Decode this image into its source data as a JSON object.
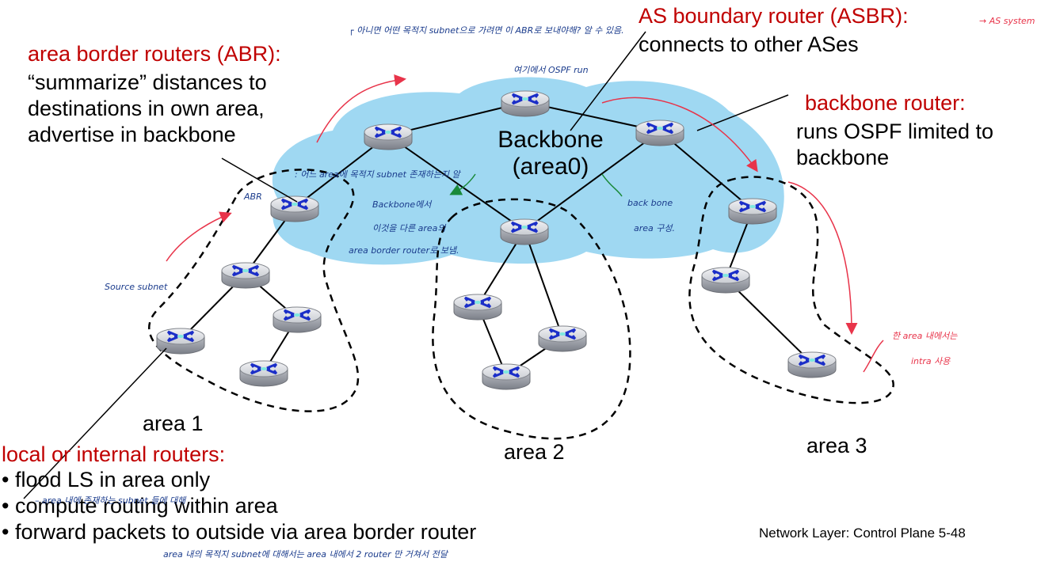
{
  "labels": {
    "abr_title": "area border routers (ABR):",
    "abr_desc": [
      "“summarize” distances  to",
      "destinations in own area,",
      "advertise in backbone"
    ],
    "asbr_title": "AS boundary router (ASBR):",
    "asbr_desc": "connects to other ASes",
    "backbone_router_title": "backbone router:",
    "backbone_router_desc": [
      "runs OSPF limited to",
      "backbone"
    ],
    "local_title": "local or internal routers:",
    "local_items": [
      "flood LS in area only",
      "compute routing within area",
      "forward packets to outside via area border router"
    ],
    "backbone_name": "Backbone",
    "backbone_area": "(area0)",
    "area1": "area 1",
    "area2": "area 2",
    "area3": "area 3",
    "footer": "Network Layer: Control Plane  5-48"
  },
  "handwriting": {
    "top_note": "┌ 아니면 어떤 목적지 subnet으로 가려면 이 ABR로 보내야해? 알 수 있음.",
    "ospf_run": "여기에서 OSPF run",
    "asbr_note": "→ AS system",
    "abr_note": ": 어느 area에 목적지 subnet 존재하는지 알",
    "abr_short": "ABR",
    "backbone_note": [
      "Backbone에서",
      "이것을 다른 area의",
      "area border router로 보냄."
    ],
    "backbone_area_note": [
      "back bone",
      "area 구성."
    ],
    "source_subnet": "Source subnet",
    "intra_note": [
      "한 area 내에서는",
      "intra 사용"
    ],
    "area_note": "– area 내에 존재하는 subnet 들에 대해",
    "bottom_note": "area 내의 목적지 subnet에 대해서는 area 내에서 2 router 만 거쳐서 전달"
  },
  "routers": [
    {
      "id": "asbr",
      "role": "asbr"
    },
    {
      "id": "bb-left",
      "role": "backbone"
    },
    {
      "id": "bb-right",
      "role": "backbone"
    },
    {
      "id": "abr1",
      "role": "abr"
    },
    {
      "id": "abr2",
      "role": "abr"
    },
    {
      "id": "abr3",
      "role": "abr"
    },
    {
      "id": "a1-r1",
      "role": "internal"
    },
    {
      "id": "a1-r2",
      "role": "internal"
    },
    {
      "id": "a1-r3",
      "role": "internal"
    },
    {
      "id": "a1-r4",
      "role": "internal"
    },
    {
      "id": "a2-r1",
      "role": "internal"
    },
    {
      "id": "a2-r2",
      "role": "internal"
    },
    {
      "id": "a2-r3",
      "role": "internal"
    },
    {
      "id": "a3-r1",
      "role": "internal"
    },
    {
      "id": "a3-r2",
      "role": "internal"
    }
  ],
  "links": [
    [
      "asbr",
      "bb-left"
    ],
    [
      "asbr",
      "bb-right"
    ],
    [
      "bb-left",
      "abr1"
    ],
    [
      "bb-left",
      "abr2"
    ],
    [
      "bb-right",
      "abr2"
    ],
    [
      "bb-right",
      "abr3"
    ],
    [
      "abr1",
      "a1-r1"
    ],
    [
      "a1-r1",
      "a1-r2"
    ],
    [
      "a1-r1",
      "a1-r3"
    ],
    [
      "a1-r3",
      "a1-r4"
    ],
    [
      "abr2",
      "a2-r1"
    ],
    [
      "abr2",
      "a2-r2"
    ],
    [
      "a2-r1",
      "a2-r3"
    ],
    [
      "a2-r3",
      "a2-r2"
    ],
    [
      "abr3",
      "a3-r1"
    ],
    [
      "a3-r1",
      "a3-r2"
    ]
  ],
  "colors": {
    "backbone_cloud": "#9fd8f2",
    "title_red": "#c00000",
    "annotation_red": "#e8344a",
    "annotation_blue": "#1a3b8c",
    "router_arrow": "#1b2ec8",
    "router_center": "#7ee8e0"
  },
  "icons": {
    "router": "router-icon"
  }
}
